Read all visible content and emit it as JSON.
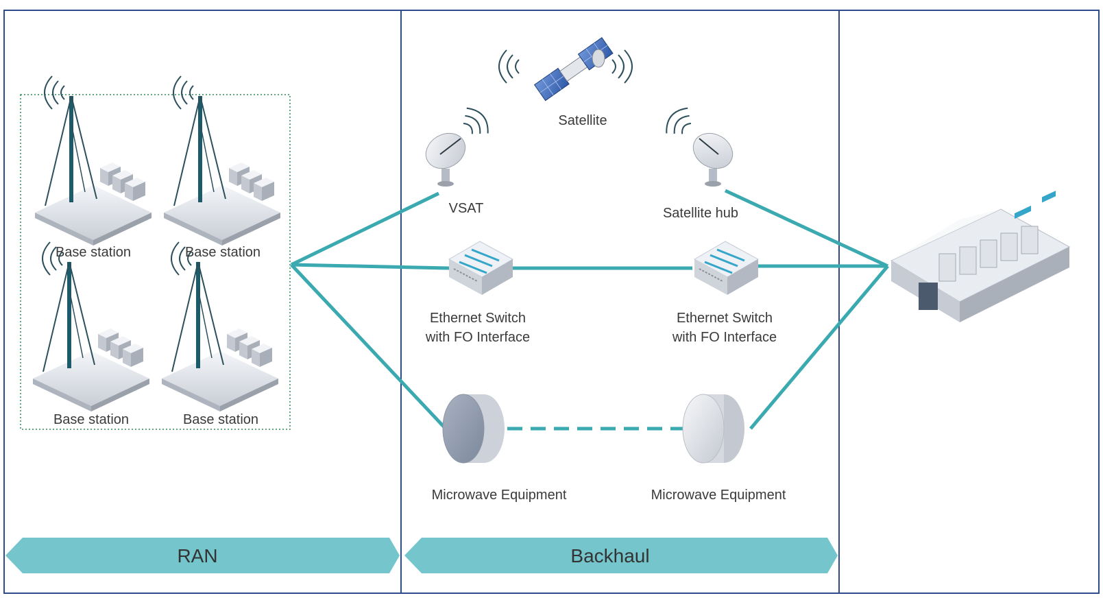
{
  "regions": {
    "ran_label": "RAN",
    "backhaul_label": "Backhaul"
  },
  "base_stations": [
    {
      "label": "Base station"
    },
    {
      "label": "Base station"
    },
    {
      "label": "Base station"
    },
    {
      "label": "Base station"
    }
  ],
  "nodes": {
    "satellite": "Satellite",
    "vsat": "VSAT",
    "satellite_hub": "Satellite hub",
    "switch_left_line1": "Ethernet Switch",
    "switch_left_line2": "with FO Interface",
    "switch_right_line1": "Ethernet Switch",
    "switch_right_line2": "with FO Interface",
    "microwave_left": "Microwave Equipment",
    "microwave_right": "Microwave Equipment"
  },
  "colors": {
    "link": "#3aa9b0",
    "band": "#74c6cc",
    "frame": "#2d4a8a",
    "ran_group_border": "#2e8b57"
  },
  "icons": [
    "satellite-icon",
    "vsat-dish-icon",
    "hub-dish-icon",
    "ethernet-switch-icon",
    "microwave-icon",
    "base-station-icon",
    "data-center-icon"
  ]
}
